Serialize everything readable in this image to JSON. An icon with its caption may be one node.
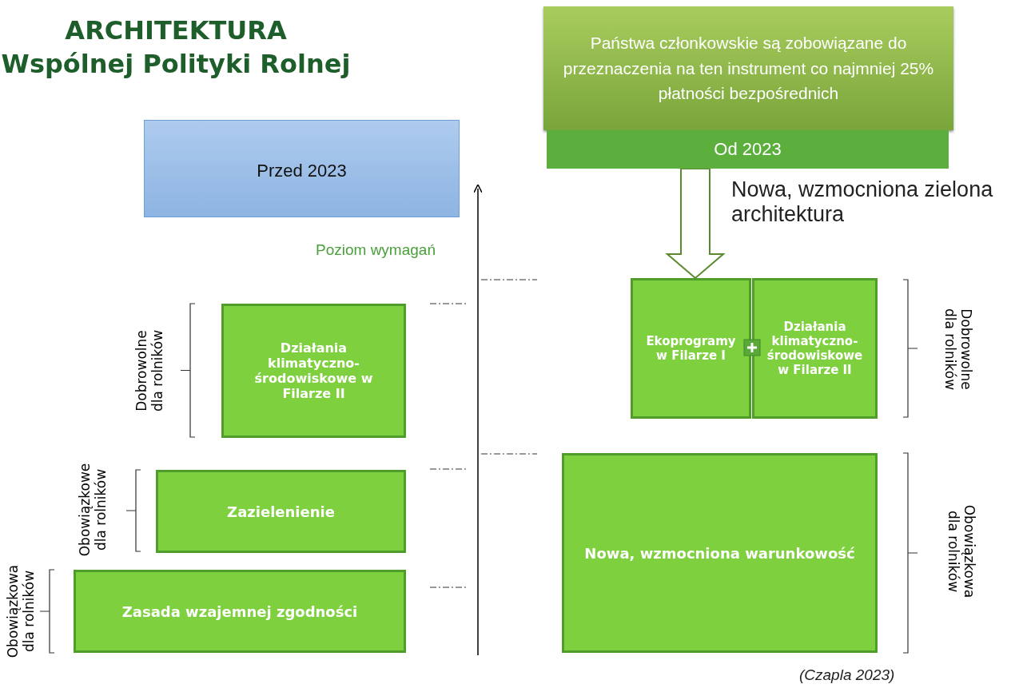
{
  "diagram": {
    "title": "ARCHITEKTURA Wspólnej Polityki Rolnej",
    "caption": "(Czapla 2023)",
    "nodes": [
      {
        "text": [
          "Przed 2023"
        ]
      },
      {
        "text": [
          "Państwa członkowskie są zobowiązane do przeznaczenia na ten instrument co najmniej 25% płatności bezpośrednich"
        ]
      },
      {
        "text": [
          "Od 2023"
        ]
      },
      {
        "text": [
          "Działania klimatyczno-środowiskowe w Filarze II"
        ]
      },
      {
        "text": [
          "Zazielenienie"
        ]
      },
      {
        "text": [
          "Zasada wzajemnej zgodności"
        ]
      },
      {
        "text": [
          "Ekoprogramy w Filarze I"
        ]
      },
      {
        "text": [
          "Działania klimatyczno-środowiskowe w Filarze II"
        ]
      },
      {
        "text": [
          "Nowa, wzmocniona warunkowość"
        ]
      }
    ],
    "edges": [
      {
        "from": 2,
        "to": 6,
        "arrow": "to"
      }
    ],
    "labels": [
      "Nowa, wzmocniona zielona architektura",
      "Poziom wymagań",
      "Dobrowolne dla rolników",
      "Dobrowolne dla rolników",
      "Obowiązkowe dla rolników",
      "Obowiązkowa dla rolników",
      "Obowiązkowa dla rolników"
    ]
  }
}
